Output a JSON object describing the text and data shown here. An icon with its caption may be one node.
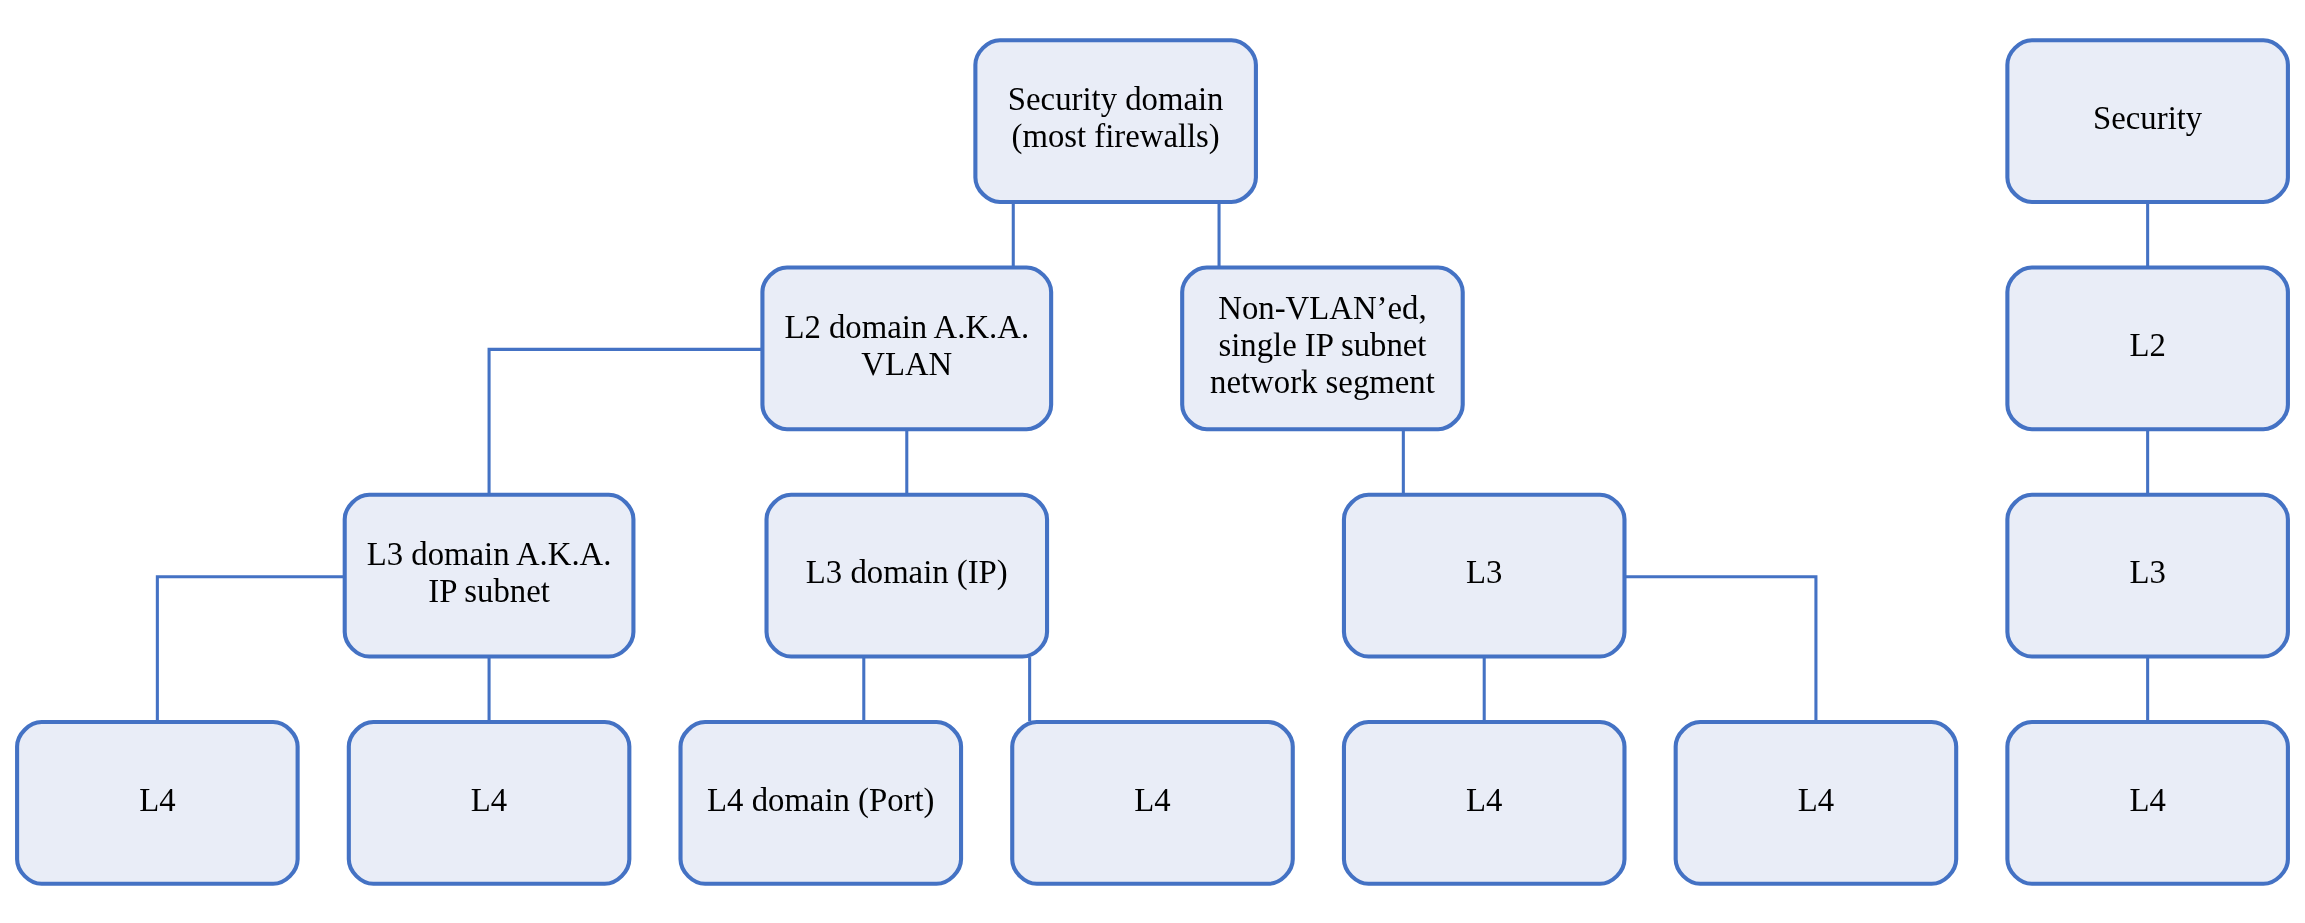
{
  "diagram": {
    "nodes": [
      {
        "text": [
          "Security domain (most firewalls)"
        ]
      },
      {
        "text": [
          "Security"
        ]
      },
      {
        "text": [
          "L2 domain A.K.A. VLAN"
        ]
      },
      {
        "text": [
          "Non-VLAN’ed, single IP subnet network segment"
        ]
      },
      {
        "text": [
          "L2"
        ]
      },
      {
        "text": [
          "L3 domain A.K.A. IP subnet"
        ]
      },
      {
        "text": [
          "L3 domain (IP)"
        ]
      },
      {
        "text": [
          "L3"
        ]
      },
      {
        "text": [
          "L3"
        ]
      },
      {
        "text": [
          "L4"
        ]
      },
      {
        "text": [
          "L4"
        ]
      },
      {
        "text": [
          "L4 domain (Port)"
        ]
      },
      {
        "text": [
          "L4"
        ]
      },
      {
        "text": [
          "L4"
        ]
      },
      {
        "text": [
          "L4"
        ]
      },
      {
        "text": [
          "L4"
        ]
      }
    ],
    "edges": [
      {
        "from": 0,
        "to": 2,
        "arrow": "none"
      },
      {
        "from": 0,
        "to": 3,
        "arrow": "none"
      },
      {
        "from": 1,
        "to": 4,
        "arrow": "none"
      },
      {
        "from": 2,
        "to": 5,
        "arrow": "none"
      },
      {
        "from": 2,
        "to": 6,
        "arrow": "none"
      },
      {
        "from": 3,
        "to": 7,
        "arrow": "none"
      },
      {
        "from": 4,
        "to": 8,
        "arrow": "none"
      },
      {
        "from": 5,
        "to": 9,
        "arrow": "none"
      },
      {
        "from": 5,
        "to": 10,
        "arrow": "none"
      },
      {
        "from": 6,
        "to": 11,
        "arrow": "none"
      },
      {
        "from": 6,
        "to": 12,
        "arrow": "none"
      },
      {
        "from": 7,
        "to": 13,
        "arrow": "none"
      },
      {
        "from": 7,
        "to": 14,
        "arrow": "none"
      },
      {
        "from": 8,
        "to": 15,
        "arrow": "none"
      }
    ]
  }
}
